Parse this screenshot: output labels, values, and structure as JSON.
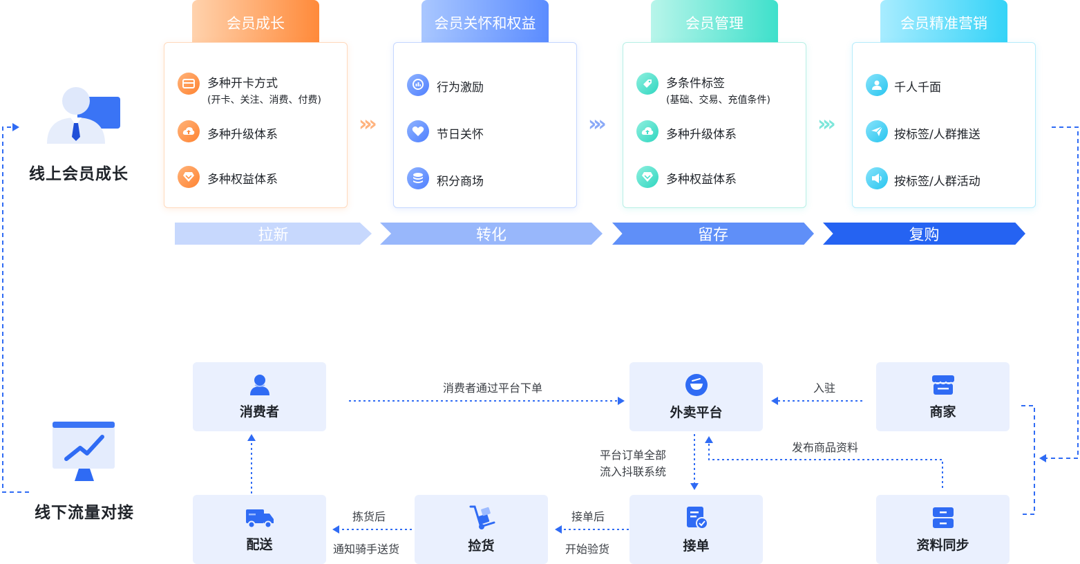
{
  "sections": {
    "online_label": "线上会员成长",
    "offline_label": "线下流量对接"
  },
  "cards": [
    {
      "title": "会员成长",
      "items": [
        {
          "text": "多种开卡方式",
          "sub": "(开卡、关注、消费、付费)",
          "icon": "card-icon"
        },
        {
          "text": "多种升级体系",
          "icon": "upload-cloud-icon"
        },
        {
          "text": "多种权益体系",
          "icon": "diamond-icon"
        }
      ]
    },
    {
      "title": "会员关怀和权益",
      "items": [
        {
          "text": "行为激励",
          "icon": "chart-badge-icon"
        },
        {
          "text": "节日关怀",
          "icon": "heart-icon"
        },
        {
          "text": "积分商场",
          "icon": "coins-icon"
        }
      ]
    },
    {
      "title": "会员管理",
      "items": [
        {
          "text": "多条件标签",
          "sub": "(基础、交易、充值条件)",
          "icon": "tag-icon"
        },
        {
          "text": "多种升级体系",
          "icon": "upload-cloud-icon"
        },
        {
          "text": "多种权益体系",
          "icon": "diamond-icon"
        }
      ]
    },
    {
      "title": "会员精准营销",
      "items": [
        {
          "text": "千人千面",
          "icon": "people-icon"
        },
        {
          "text": "按标签/人群推送",
          "icon": "send-icon"
        },
        {
          "text": "按标签/人群活动",
          "icon": "speaker-icon"
        }
      ]
    }
  ],
  "stages": [
    "拉新",
    "转化",
    "留存",
    "复购"
  ],
  "flow": {
    "boxes": {
      "consumer": "消费者",
      "platform": "外卖平台",
      "merchant": "商家",
      "delivery": "配送",
      "picking": "捡货",
      "order": "接单",
      "sync": "资料同步"
    },
    "labels": {
      "consumer_to_platform": "消费者通过平台下单",
      "merchant_to_platform": "入驻",
      "sync_to_platform": "发布商品资料",
      "platform_to_order_1": "平台订单全部",
      "platform_to_order_2": "流入抖联系统",
      "order_to_picking_1": "接单后",
      "order_to_picking_2": "开始验货",
      "picking_to_delivery_1": "拣货后",
      "picking_to_delivery_2": "通知骑手送货"
    }
  },
  "colors": {
    "orange": "#ff8a3a",
    "blue": "#5b8cff",
    "teal": "#3ee0cb",
    "cyan": "#34d3f7",
    "flow_blue": "#2f6bf4",
    "box_bg": "#eaf0fe"
  }
}
